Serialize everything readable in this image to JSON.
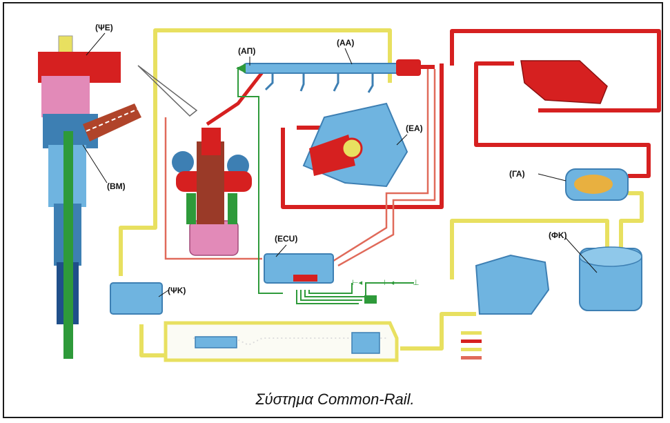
{
  "caption": "Σύστημα Common-Rail.",
  "labels": {
    "pse": "(ΨΕ)",
    "ap": "(ΑΠ)",
    "aa": "(ΑΑ)",
    "ea": "(ΕΑ)",
    "bm": "(ΒΜ)",
    "ga": "(ΓΑ)",
    "ecu": "(ECU)",
    "fk": "(ΦΚ)",
    "psk": "(ΨΚ)"
  },
  "colors": {
    "high_pressure": "#d62020",
    "low_pressure": "#e8e060",
    "return_line": "#e06a5a",
    "electrical": "#2e9a3a",
    "component": "#6fb4e0",
    "component_dark": "#3d7fb3"
  }
}
